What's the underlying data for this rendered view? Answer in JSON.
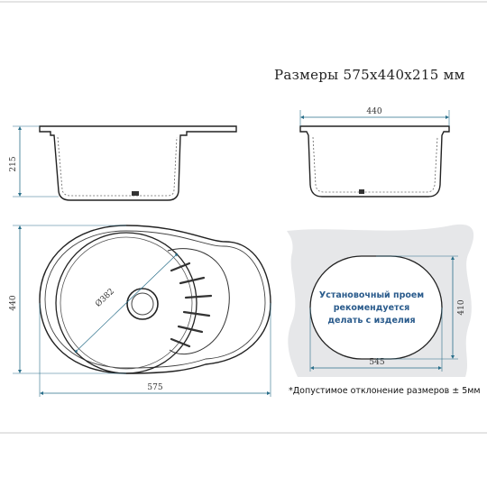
{
  "title": "Размеры 575x440x215 мм",
  "side_view_left": {
    "height_label": "215"
  },
  "side_view_right": {
    "width_label": "440"
  },
  "top_view": {
    "height_label": "440",
    "width_label": "575",
    "bowl_diameter_label": "Ø382"
  },
  "cutout": {
    "text_lines": [
      "Установочный проем",
      "рекомендуется",
      "делать с изделия"
    ],
    "width_label": "545",
    "height_label": "410"
  },
  "note": "*Допустимое отклонение размеров  ± 5мм",
  "colors": {
    "outline": "#222222",
    "dimension": "#2a6f8a",
    "cutout_bg": "#e6e7e9",
    "cutout_fill": "#ffffff",
    "cutout_text": "#2a5b8c"
  }
}
